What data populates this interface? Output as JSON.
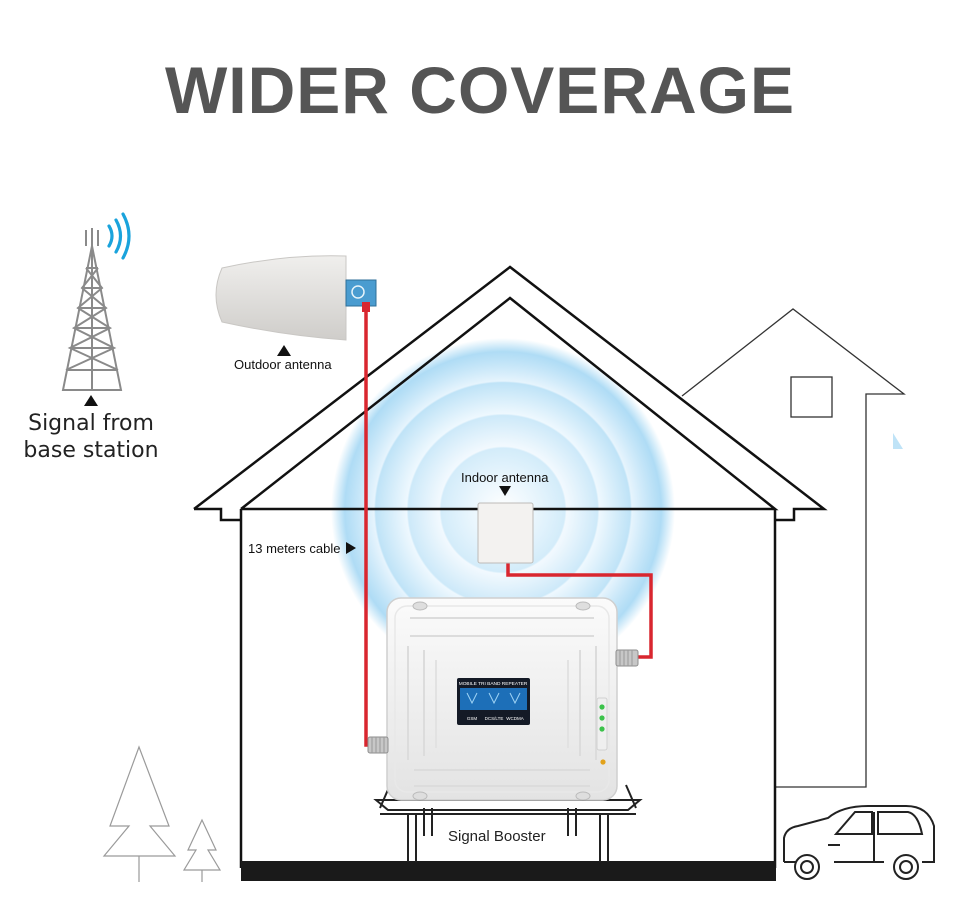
{
  "headline": "WIDER COVERAGE",
  "labels": {
    "base_station_line1": "Signal from",
    "base_station_line2": "base station",
    "outdoor_antenna": "Outdoor antenna",
    "indoor_antenna": "Indoor antenna",
    "cable": "13 meters cable",
    "booster": "Signal Booster"
  },
  "booster_panel": {
    "title": "MOBILE TRI BAND REPEATER",
    "band1": "GSM",
    "band2": "DCS/LTE",
    "band3": "WCDMA"
  },
  "colors": {
    "headline": "#555555",
    "cable": "#d9262f",
    "signal_glow": "#8fd0f5",
    "signal_arcs": "#1aa3dc",
    "outline": "#111111",
    "tower": "#8a8a8a"
  },
  "icons": [
    "signal-waves-icon",
    "arrow-up-icon",
    "arrow-down-icon",
    "arrow-right-icon",
    "tree-icon",
    "car-icon"
  ]
}
